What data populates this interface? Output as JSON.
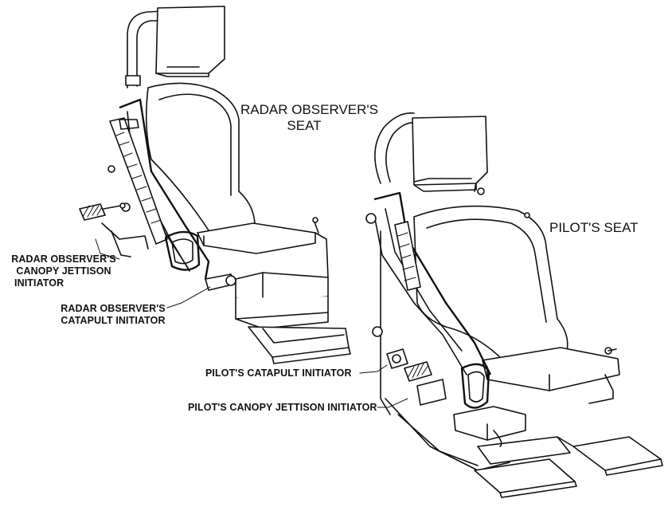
{
  "labels": {
    "radar_seat_title_line1": "RADAR OBSERVER'S",
    "radar_seat_title_line2": "SEAT",
    "pilot_seat_title": "PILOT'S SEAT",
    "ro_canopy_line1": "RADAR OBSERVER'S",
    "ro_canopy_line2": "CANOPY JETTISON",
    "ro_canopy_line3": "INITIATOR",
    "ro_catapult_line1": "RADAR OBSERVER'S",
    "ro_catapult_line2": "CATAPULT INITIATOR",
    "pilot_catapult": "PILOT'S CATAPULT INITIATOR",
    "pilot_canopy": "PILOT'S CANOPY JETTISON  INITIATOR"
  }
}
